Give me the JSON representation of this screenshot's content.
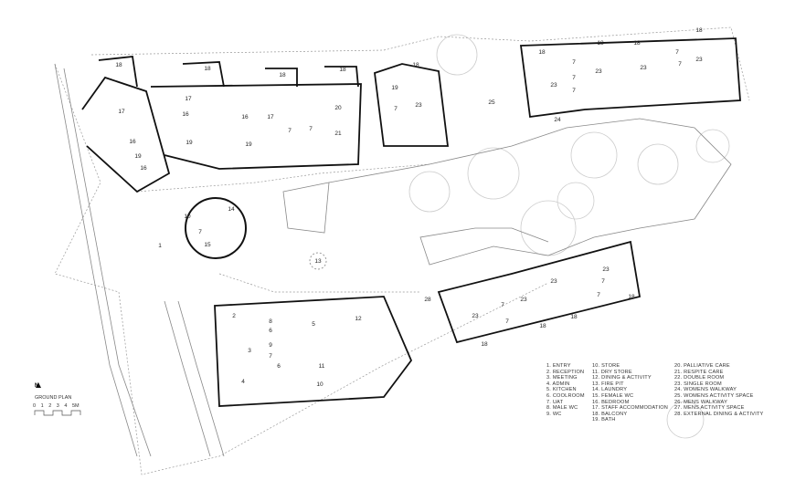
{
  "title": "GROUND PLAN",
  "north": "N",
  "scale_ticks": [
    "0",
    "1",
    "2",
    "3",
    "4",
    "5M"
  ],
  "legend": [
    [
      "1. ENTRY",
      "2. RECEPTION",
      "3. MEETING",
      "4. ADMIN",
      "5. KITCHEN",
      "6. COOLROOM",
      "7. UAT",
      "8. MALE WC",
      "9. WC"
    ],
    [
      "10. STORE",
      "11. DRY STORE",
      "12. DINING & ACTIVITY",
      "13. FIRE PIT",
      "14. LAUNDRY",
      "15. FEMALE WC",
      "16. BEDROOM",
      "17. STAFF ACCOMMODATION",
      "18. BALCONY",
      "19. BATH"
    ],
    [
      "20. PALLIATIVE CARE",
      "21. RESPITE CARE",
      "22. DOUBLE ROOM",
      "23. SINGLE ROOM",
      "24. WOMENS WALKWAY",
      "25. WOMENS ACTIVITY SPACE",
      "26. MENS WALKWAY",
      "27. MENS ACTIVITY SPACE",
      "28. EXTERNAL DINING & ACTIVITY"
    ]
  ],
  "room_labels": [
    "18",
    "17",
    "16",
    "19",
    "16",
    "18",
    "17",
    "16",
    "19",
    "16",
    "19",
    "18",
    "17",
    "7",
    "18",
    "20",
    "7",
    "21",
    "18",
    "19",
    "23",
    "7",
    "25",
    "18",
    "7",
    "23",
    "7",
    "7",
    "23",
    "18",
    "18",
    "23",
    "7",
    "7",
    "18",
    "23",
    "24",
    "14",
    "10",
    "7",
    "15",
    "1",
    "13",
    "28",
    "2",
    "8",
    "6",
    "5",
    "12",
    "3",
    "7",
    "9",
    "6",
    "11",
    "10",
    "4",
    "23",
    "7",
    "18",
    "7",
    "23",
    "18",
    "23",
    "7",
    "7",
    "18",
    "23",
    "18"
  ]
}
